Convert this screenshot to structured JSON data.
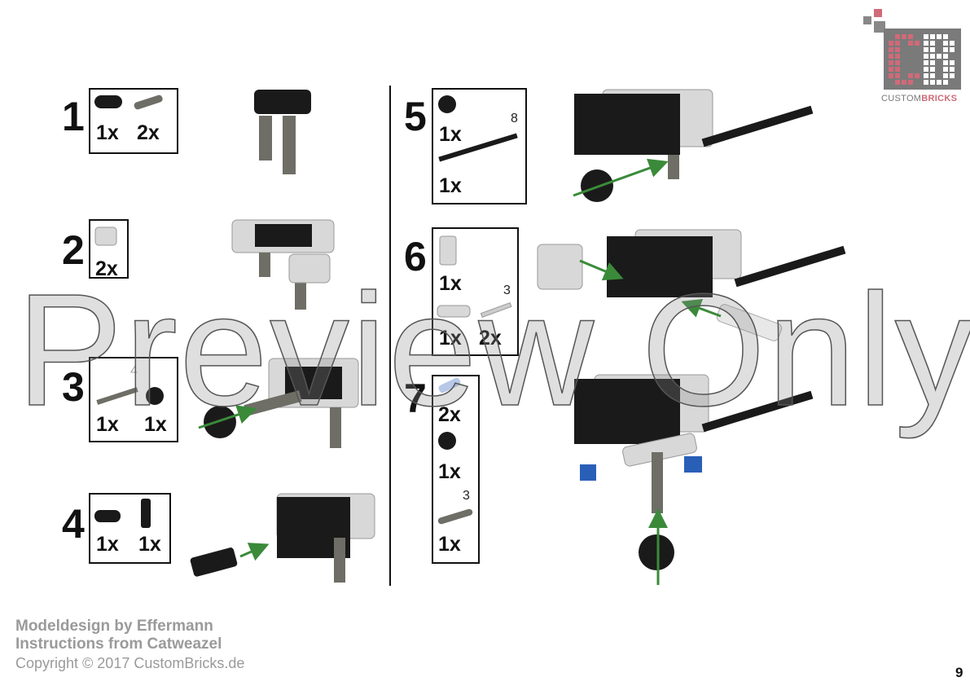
{
  "steps": [
    {
      "number": "1",
      "quantities": [
        "1x",
        "2x"
      ]
    },
    {
      "number": "2",
      "quantities": [
        "2x"
      ]
    },
    {
      "number": "3",
      "length": "4",
      "quantities": [
        "1x",
        "1x"
      ]
    },
    {
      "number": "4",
      "quantities": [
        "1x",
        "1x"
      ]
    },
    {
      "number": "5",
      "length": "8",
      "quantities": [
        "1x",
        "1x"
      ]
    },
    {
      "number": "6",
      "length": "3",
      "quantities": [
        "1x",
        "1x",
        "2x"
      ]
    },
    {
      "number": "7",
      "length": "3",
      "quantities": [
        "2x",
        "1x",
        "1x"
      ]
    }
  ],
  "watermark": "Preview Only",
  "logo": {
    "text_light": "CUSTOM",
    "text_bold": "BRICKS",
    "letters": "CB",
    "colors": {
      "pink": "#d06a78",
      "grey": "#7a7a7a"
    }
  },
  "credits": {
    "line1": "Modeldesign by Effermann",
    "line2": "Instructions from Catweazel",
    "line3": "Copyright © 2017 CustomBricks.de"
  },
  "page_number": "9",
  "colors": {
    "arrow": "#3a8a3a",
    "part_black": "#1a1a1a",
    "part_grey": "#6e6e66",
    "part_light": "#d8d8d8",
    "part_blue": "#2a5fb8"
  }
}
